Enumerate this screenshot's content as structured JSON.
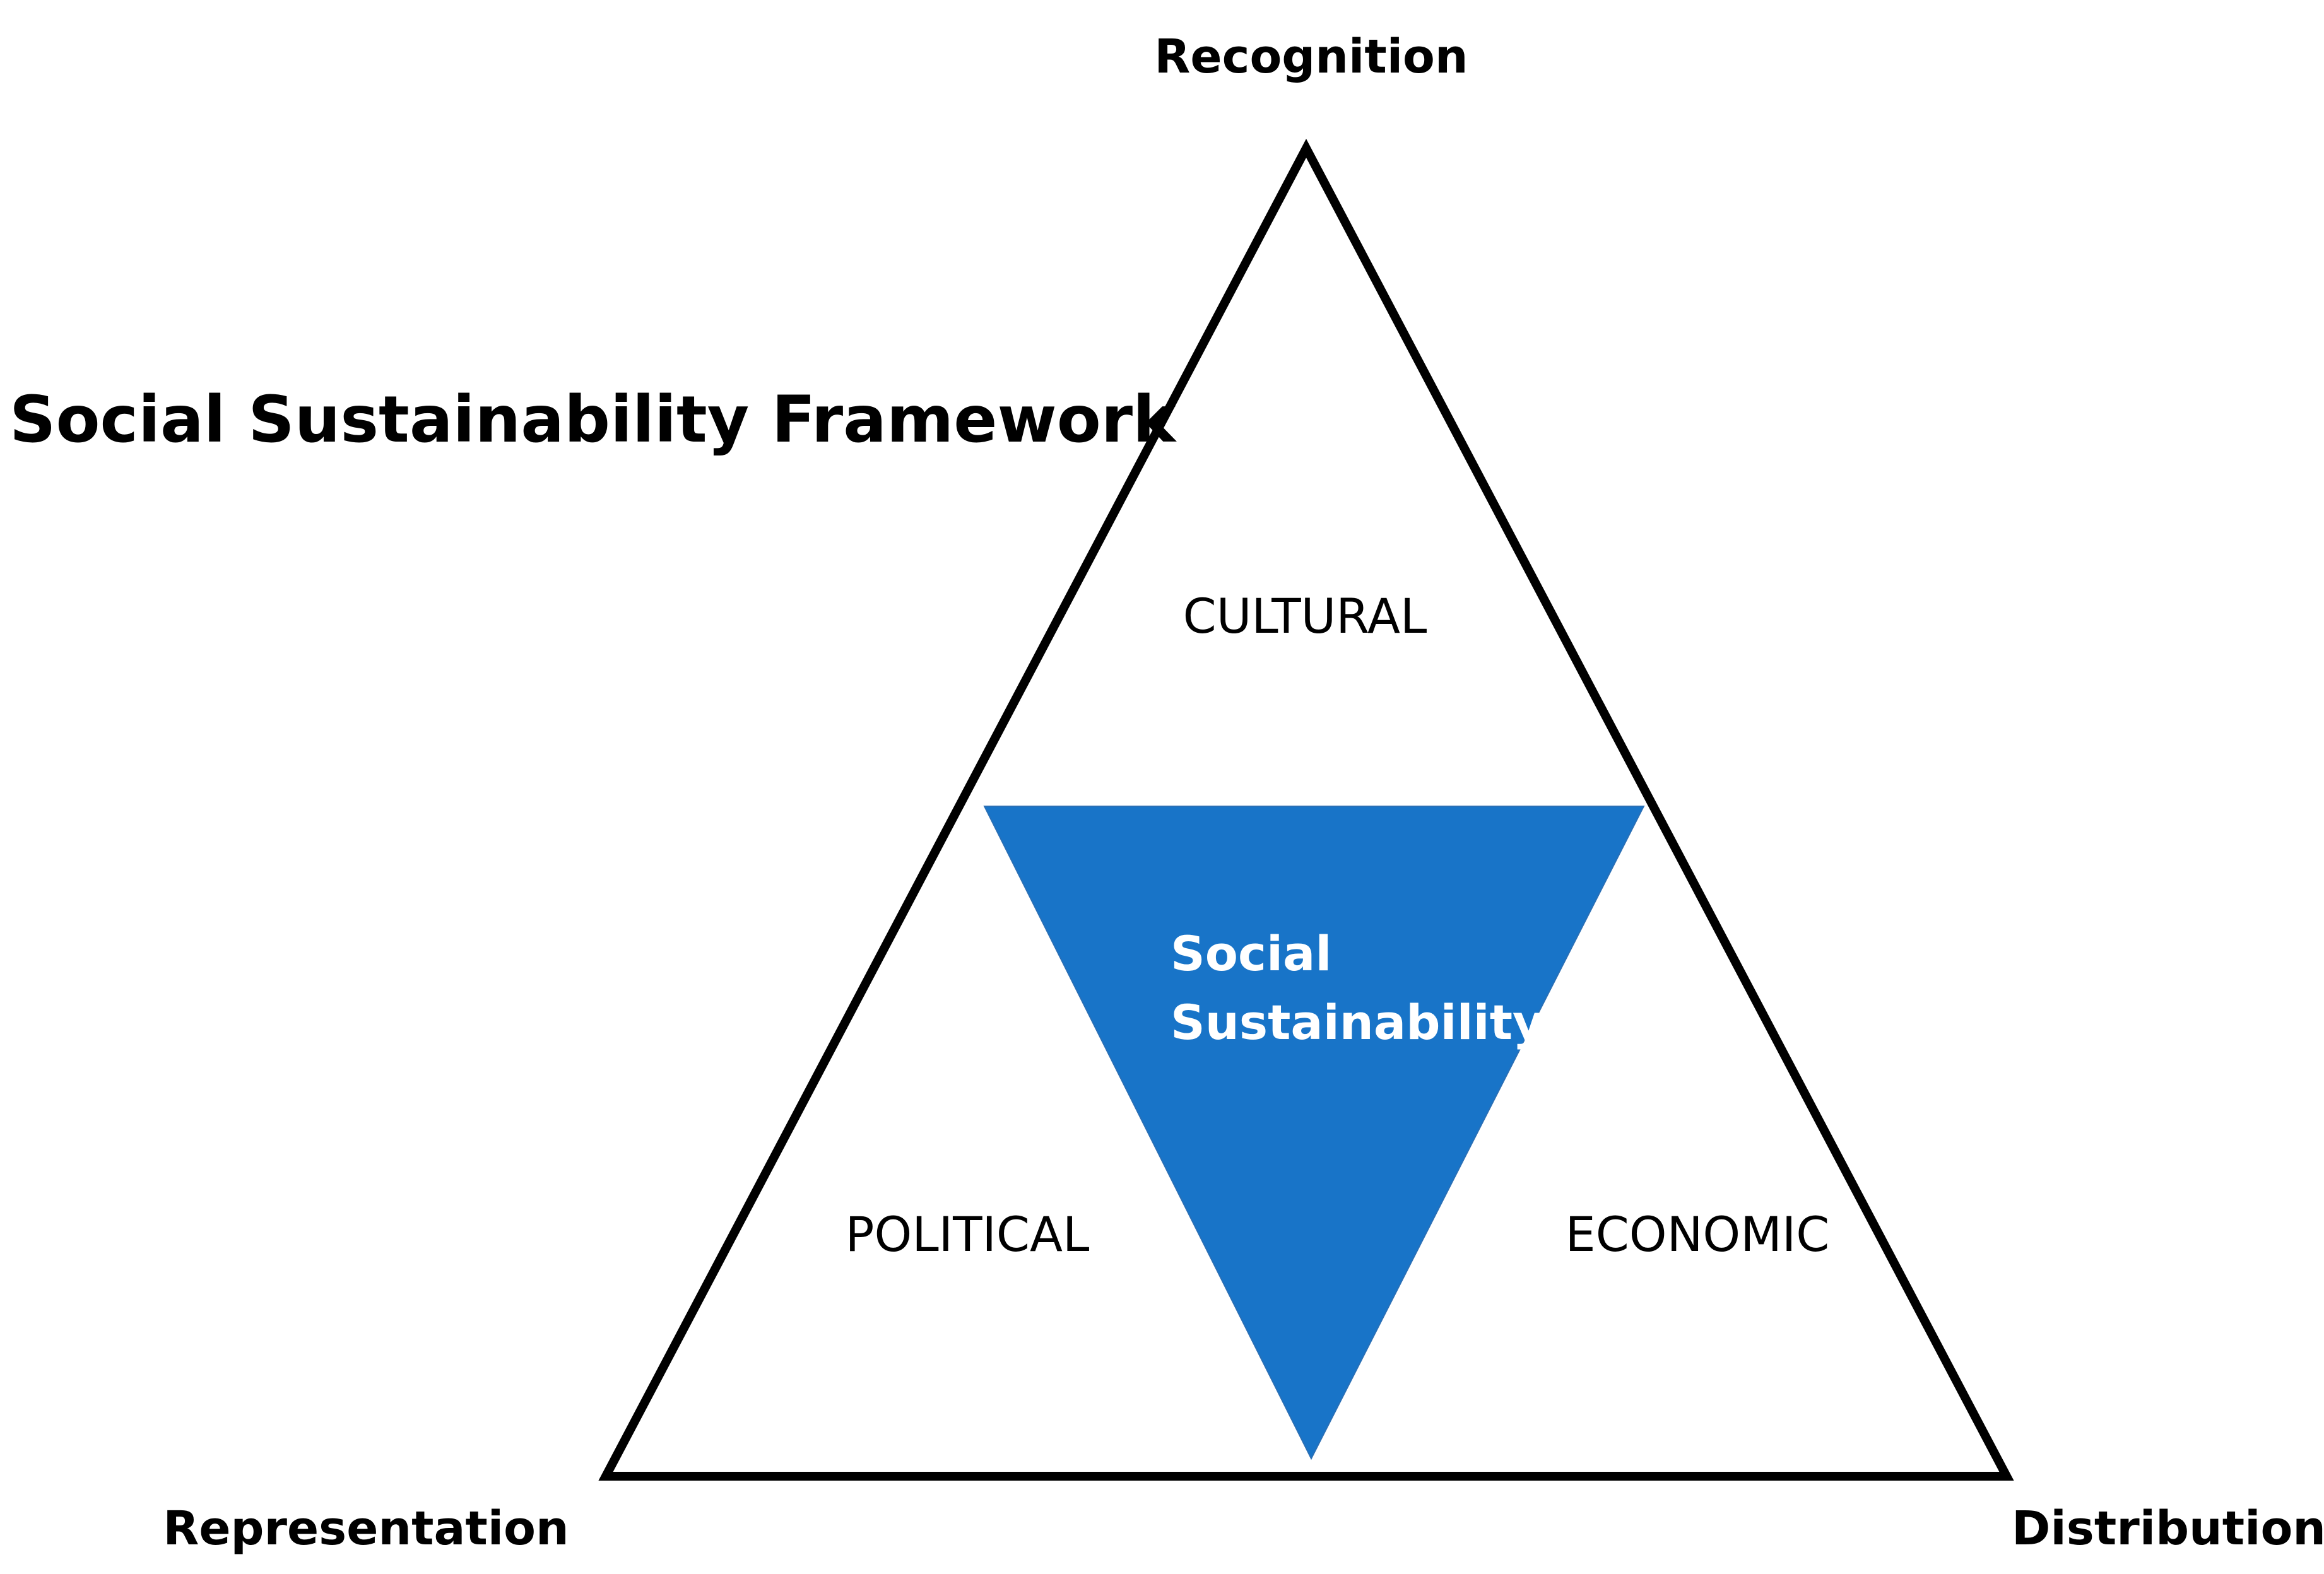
{
  "title": "Social Sustainability Framework",
  "vertices": {
    "top": "Recognition",
    "bottom_left": "Representation",
    "bottom_right": "Distribution"
  },
  "regions": {
    "cultural": "CULTURAL",
    "political": "POLITICAL",
    "economic": "ECONOMIC"
  },
  "center": {
    "line1": "Social",
    "line2": "Sustainability"
  },
  "colors": {
    "outline": "#000000",
    "center_fill": "#1874C8",
    "center_text": "#ffffff"
  }
}
